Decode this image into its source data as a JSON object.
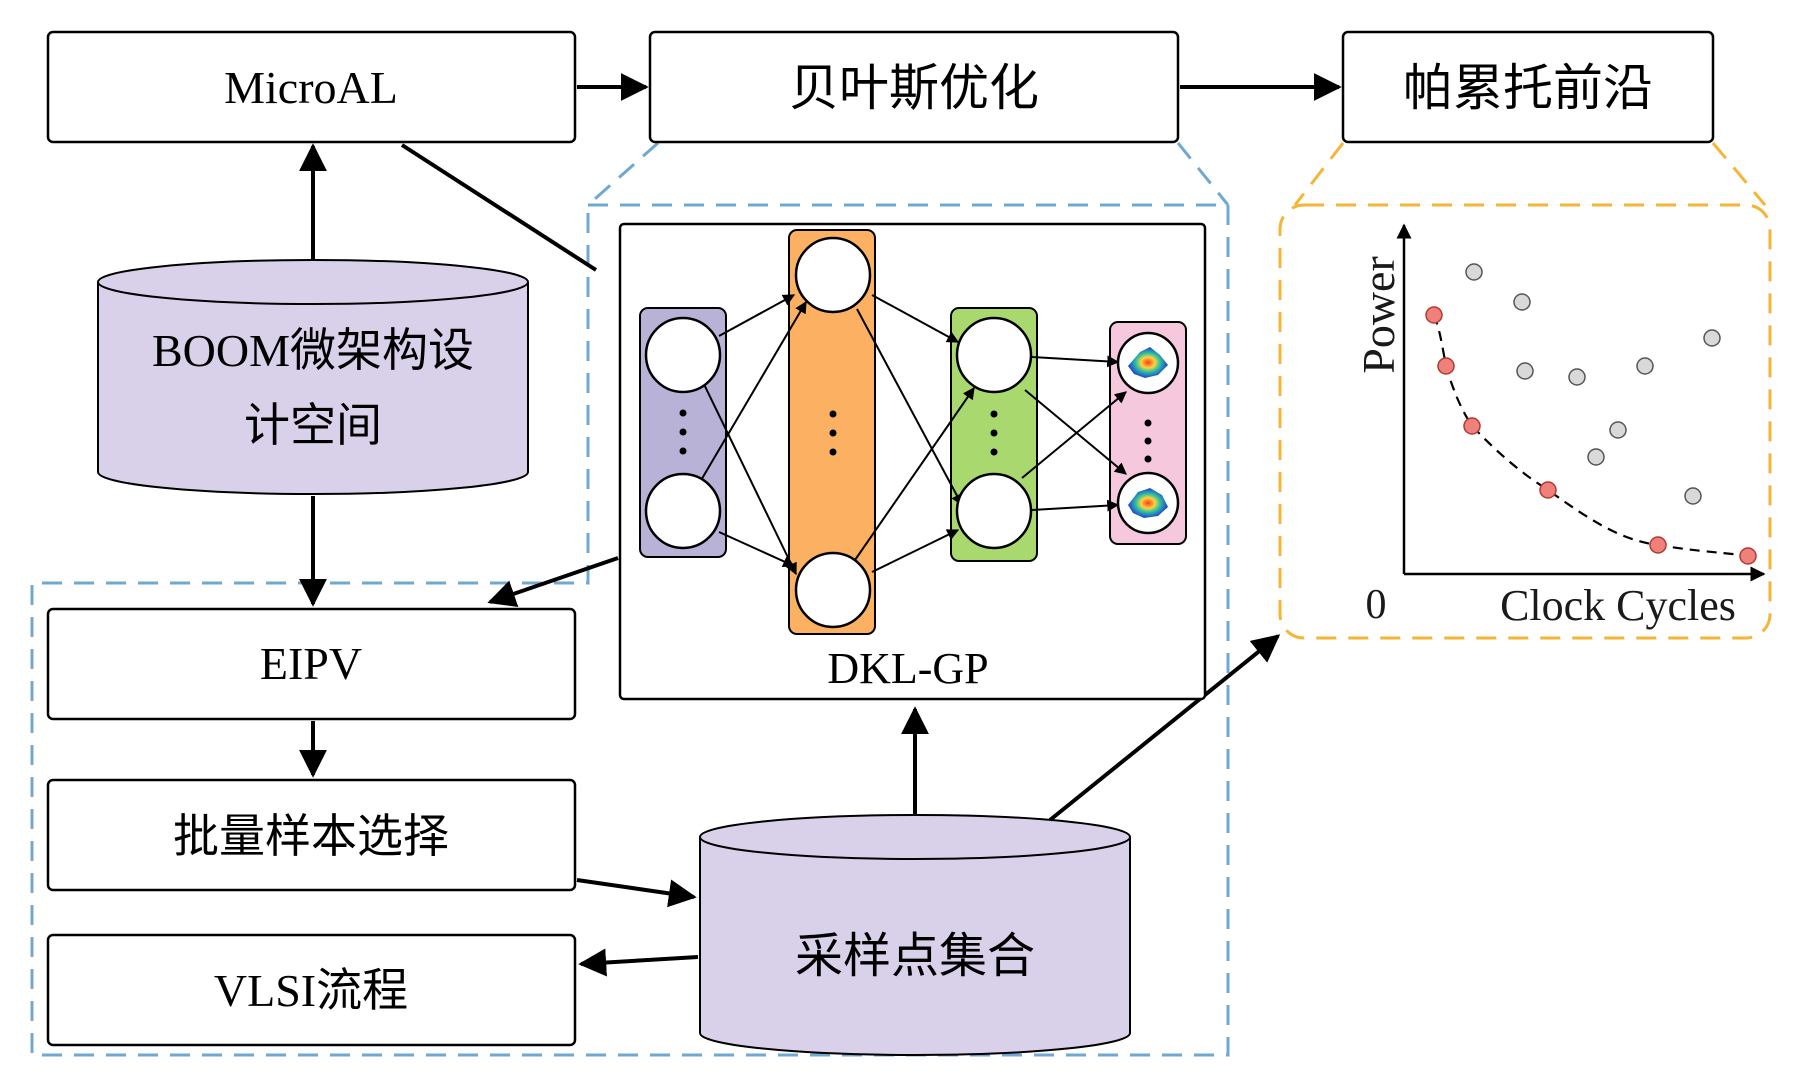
{
  "boxes": {
    "microal": "MicroAL",
    "bayes_opt": "贝叶斯优化",
    "pareto": "帕累托前沿",
    "eipv": "EIPV",
    "batch": "批量样本选择",
    "vlsi": "VLSI流程"
  },
  "cylinders": {
    "boom_line1": "BOOM微架构设",
    "boom_line2": "计空间",
    "samples": "采样点集合"
  },
  "network": {
    "label": "DKL-GP",
    "layer_colors": [
      "#b8b3d6",
      "#fbb161",
      "#a9d86e",
      "#f5c8de"
    ]
  },
  "pareto_plot": {
    "ylabel": "Power",
    "xlabel": "Clock Cycles",
    "origin": "0"
  },
  "colors": {
    "dashed_blue": "#6fa8d0",
    "dashed_orange": "#f5b536",
    "cylinder_fill": "#d9d0ea",
    "pareto_point": "#f0807a",
    "other_point": "#d9d9d9"
  }
}
